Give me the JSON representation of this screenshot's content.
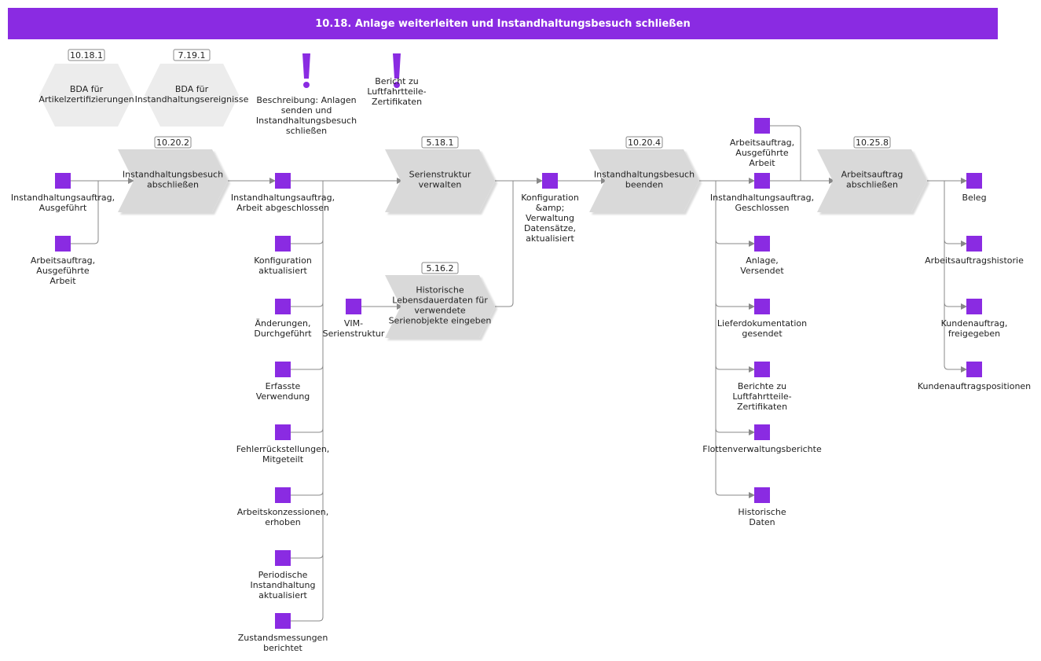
{
  "title": "10.18. Anlage weiterleiten und Instandhaltungsbesuch schließen",
  "references": [
    {
      "id": "10.18.1",
      "lines": [
        "BDA für",
        "Artikelzertifizierungen"
      ]
    },
    {
      "id": "7.19.1",
      "lines": [
        "BDA für",
        "Instandhaltungsereignisse"
      ]
    }
  ],
  "notes": [
    {
      "lines": [
        "Beschreibung: Anlagen",
        "senden und",
        "Instandhaltungsbesuch",
        "schließen"
      ]
    },
    {
      "lines": [
        "Bericht zu",
        "Luftfahrtteile-",
        "Zertifikaten"
      ]
    }
  ],
  "functions": [
    {
      "id": "10.20.2",
      "lines": [
        "Instandhaltungsbesuch",
        "abschließen"
      ]
    },
    {
      "id": "5.18.1",
      "lines": [
        "Serienstruktur",
        "verwalten"
      ]
    },
    {
      "id": "5.16.2",
      "lines": [
        "Historische",
        "Lebensdauerdaten für",
        "verwendete",
        "Serienobjekte eingeben"
      ]
    },
    {
      "id": "10.20.4",
      "lines": [
        "Instandhaltungsbesuch",
        "beenden"
      ]
    },
    {
      "id": "10.25.8",
      "lines": [
        "Arbeitsauftrag",
        "abschließen"
      ]
    }
  ],
  "events": [
    {
      "lines": [
        "Instandhaltungsauftrag,",
        "Ausgeführt"
      ]
    },
    {
      "lines": [
        "Arbeitsauftrag,",
        "Ausgeführte",
        "Arbeit"
      ]
    },
    {
      "lines": [
        "Instandhaltungsauftrag,",
        "Arbeit abgeschlossen"
      ]
    },
    {
      "lines": [
        "Konfiguration",
        "aktualisiert"
      ]
    },
    {
      "lines": [
        "Änderungen,",
        "Durchgeführt"
      ]
    },
    {
      "lines": [
        "Erfasste",
        "Verwendung"
      ]
    },
    {
      "lines": [
        "Fehlerrückstellungen,",
        "Mitgeteilt"
      ]
    },
    {
      "lines": [
        "Arbeitskonzessionen,",
        "erhoben"
      ]
    },
    {
      "lines": [
        "Periodische",
        "Instandhaltung",
        "aktualisiert"
      ]
    },
    {
      "lines": [
        "Zustandsmessungen",
        "berichtet"
      ]
    },
    {
      "lines": [
        "VIM-",
        "Serienstruktur"
      ]
    },
    {
      "lines": [
        "Konfiguration",
        "&amp;",
        "Verwaltung",
        "Datensätze,",
        "aktualisiert"
      ]
    },
    {
      "lines": [
        "Arbeitsauftrag,",
        "Ausgeführte",
        "Arbeit"
      ]
    },
    {
      "lines": [
        "Instandhaltungsauftrag,",
        "Geschlossen"
      ]
    },
    {
      "lines": [
        "Anlage,",
        "Versendet"
      ]
    },
    {
      "lines": [
        "Lieferdokumentation",
        "gesendet"
      ]
    },
    {
      "lines": [
        "Berichte zu",
        "Luftfahrtteile-",
        "Zertifikaten"
      ]
    },
    {
      "lines": [
        "Flottenverwaltungsberichte"
      ]
    },
    {
      "lines": [
        "Historische",
        "Daten"
      ]
    },
    {
      "lines": [
        "Beleg"
      ]
    },
    {
      "lines": [
        "Arbeitsauftragshistorie"
      ]
    },
    {
      "lines": [
        "Kundenauftrag,",
        "freigegeben"
      ]
    },
    {
      "lines": [
        "Kundenauftragspositionen"
      ]
    }
  ],
  "colors": {
    "accent": "#8a2be2",
    "shape_fill": "#d9d9d9",
    "hex_fill": "#ececec",
    "connector": "#888888"
  }
}
